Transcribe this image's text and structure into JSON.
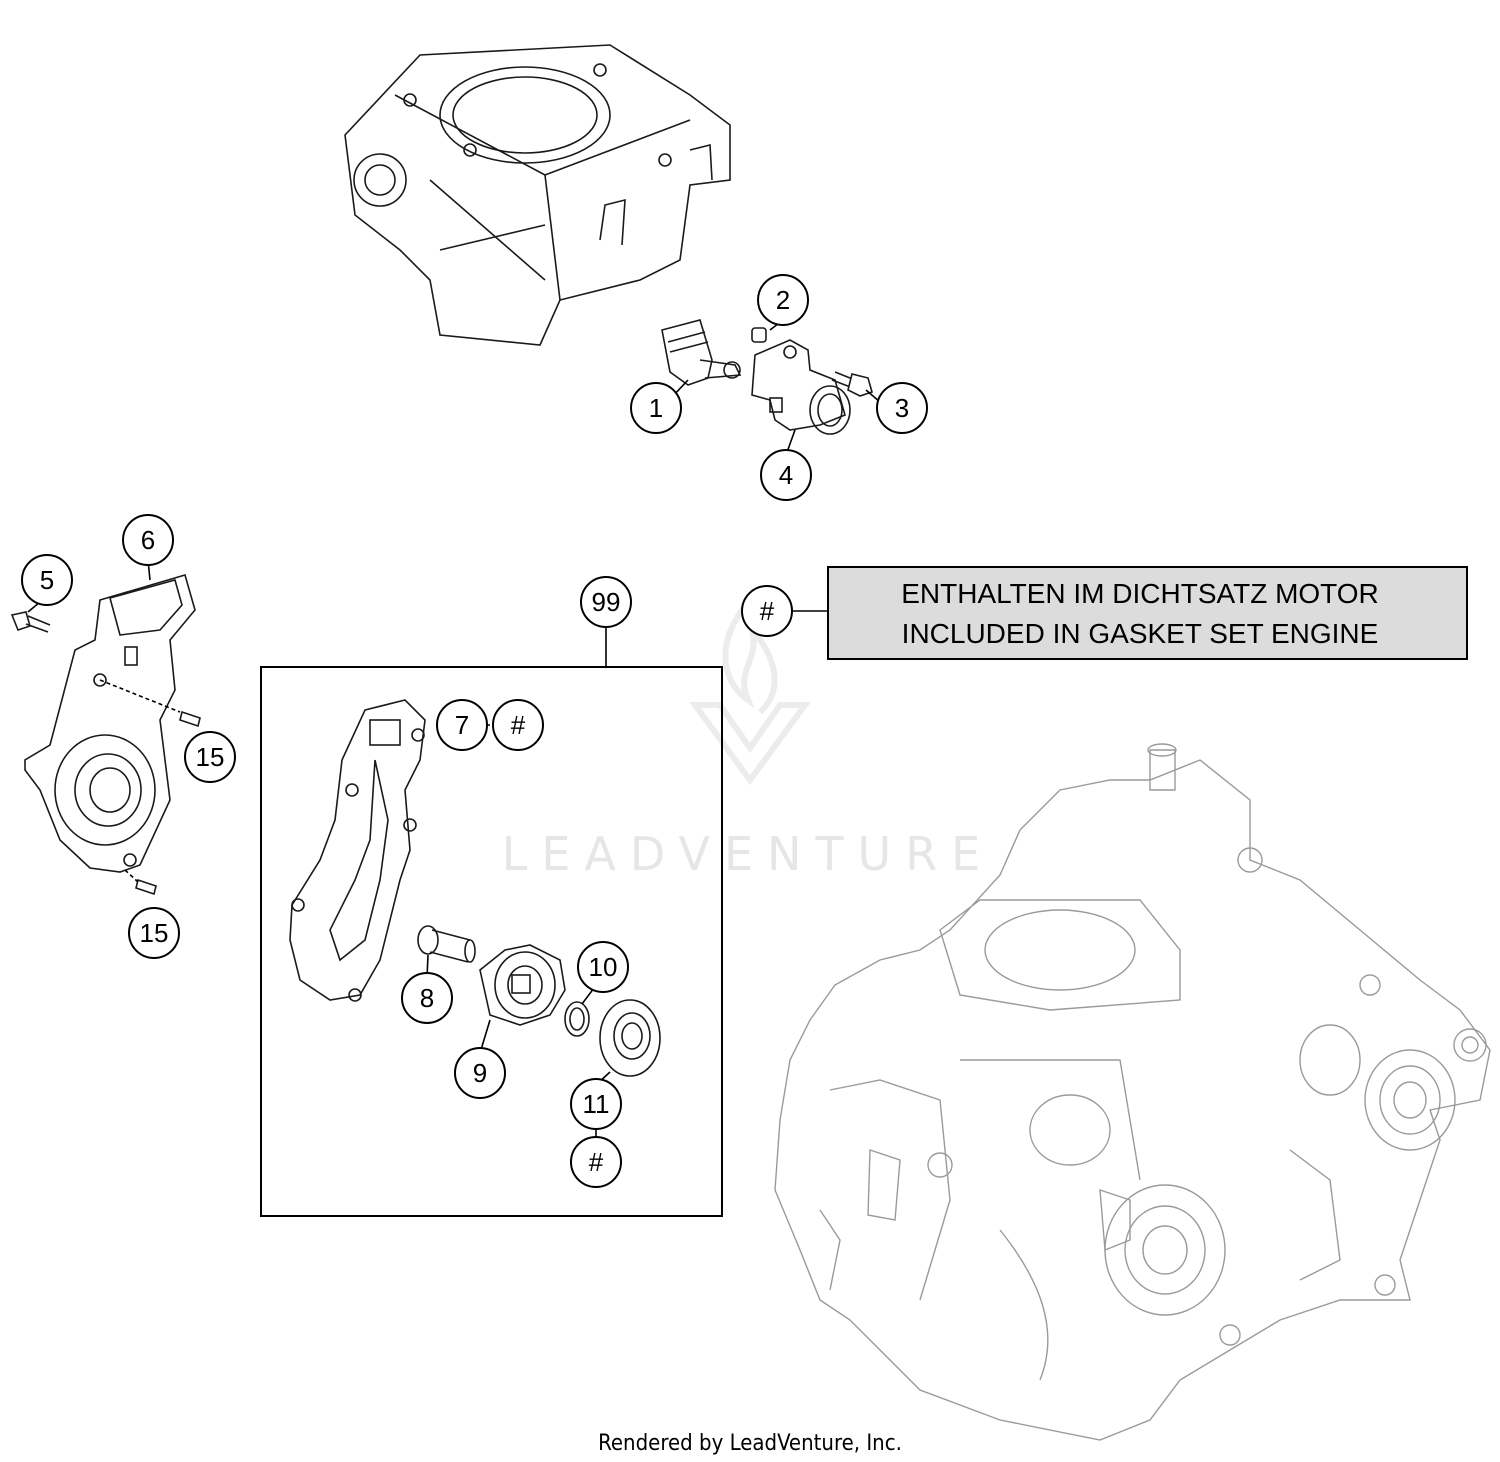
{
  "callouts": {
    "c1": "1",
    "c2": "2",
    "c3": "3",
    "c4": "4",
    "c5": "5",
    "c6": "6",
    "c7": "7",
    "c7hash": "#",
    "c8": "8",
    "c9": "9",
    "c10": "10",
    "c11": "11",
    "c11hash": "#",
    "c15a": "15",
    "c15b": "15",
    "c99": "99",
    "legend_hash": "#"
  },
  "note": {
    "line1": "ENTHALTEN IM DICHTSATZ MOTOR",
    "line2": "INCLUDED IN GASKET SET ENGINE"
  },
  "watermark": "LEADVENTURE",
  "footer": "Rendered by LeadVenture, Inc.",
  "colors": {
    "note_fill": "#dcdcdc",
    "line": "#000000",
    "watermark": "#e6e6e6"
  }
}
